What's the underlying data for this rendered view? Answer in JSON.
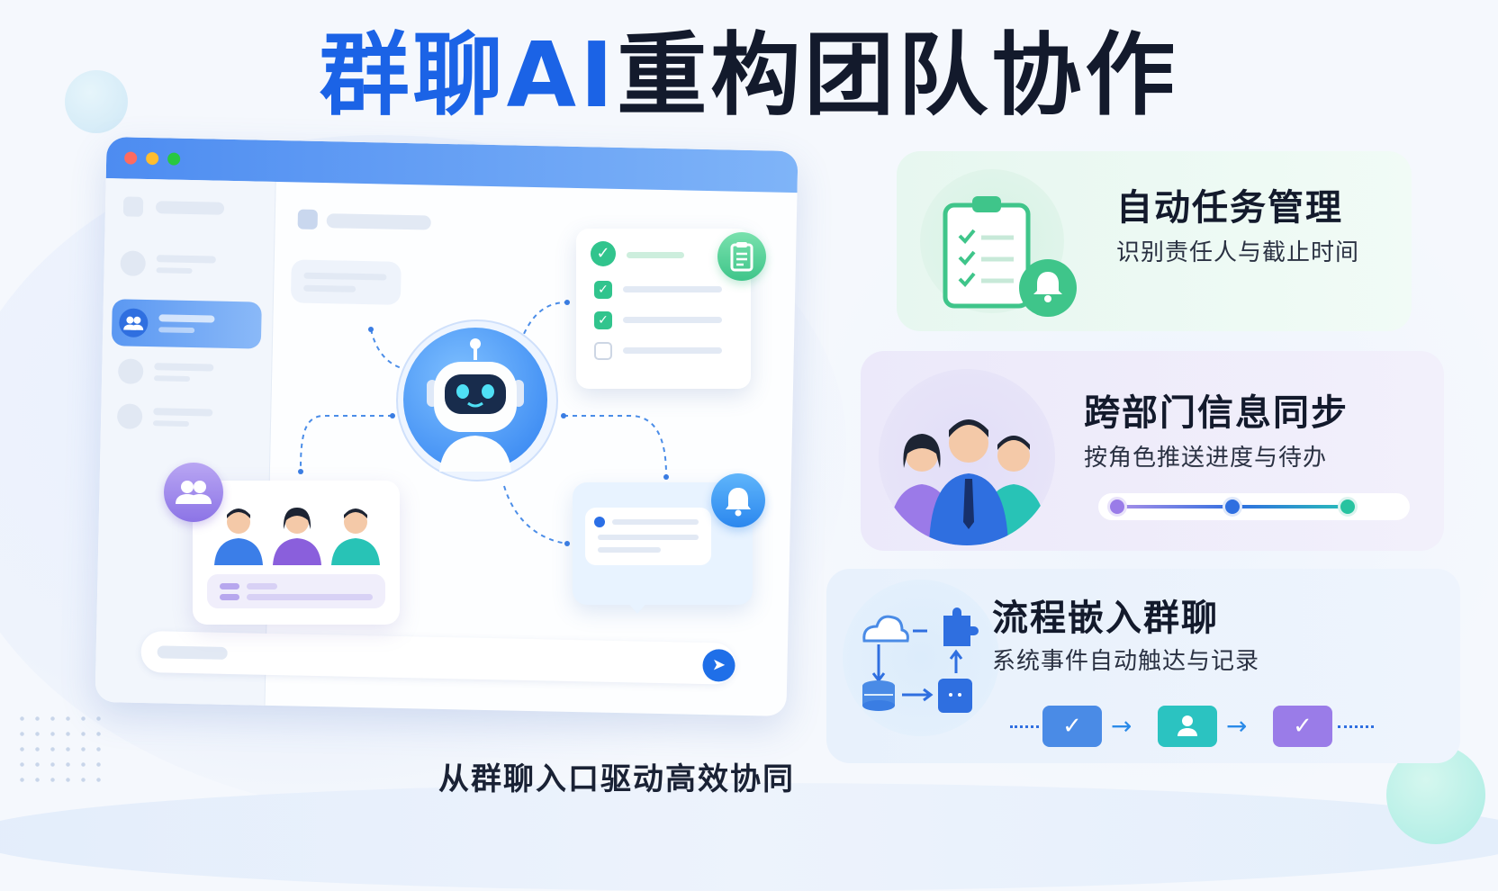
{
  "title": {
    "part1": "群聊AI",
    "part2": "重构团队协作"
  },
  "tagline": "从群聊入口驱动高效协同",
  "features": [
    {
      "title": "自动任务管理",
      "subtitle": "识别责任人与截止时间",
      "icon": "clipboard-check-icon"
    },
    {
      "title": "跨部门信息同步",
      "subtitle": "按角色推送进度与待办",
      "icon": "team-people-icon"
    },
    {
      "title": "流程嵌入群聊",
      "subtitle": "系统事件自动触达与记录",
      "icon": "workflow-icon"
    }
  ],
  "icons": {
    "send": "➤",
    "check": "✓",
    "bell": "bell-icon",
    "bot": "robot-icon"
  },
  "colors": {
    "title_blue": "#1b63e6",
    "title_dark": "#131a2c",
    "accent_green": "#3fc58a",
    "accent_purple": "#8c74e6",
    "accent_blue": "#2b87ee",
    "accent_teal": "#28c3b6"
  }
}
